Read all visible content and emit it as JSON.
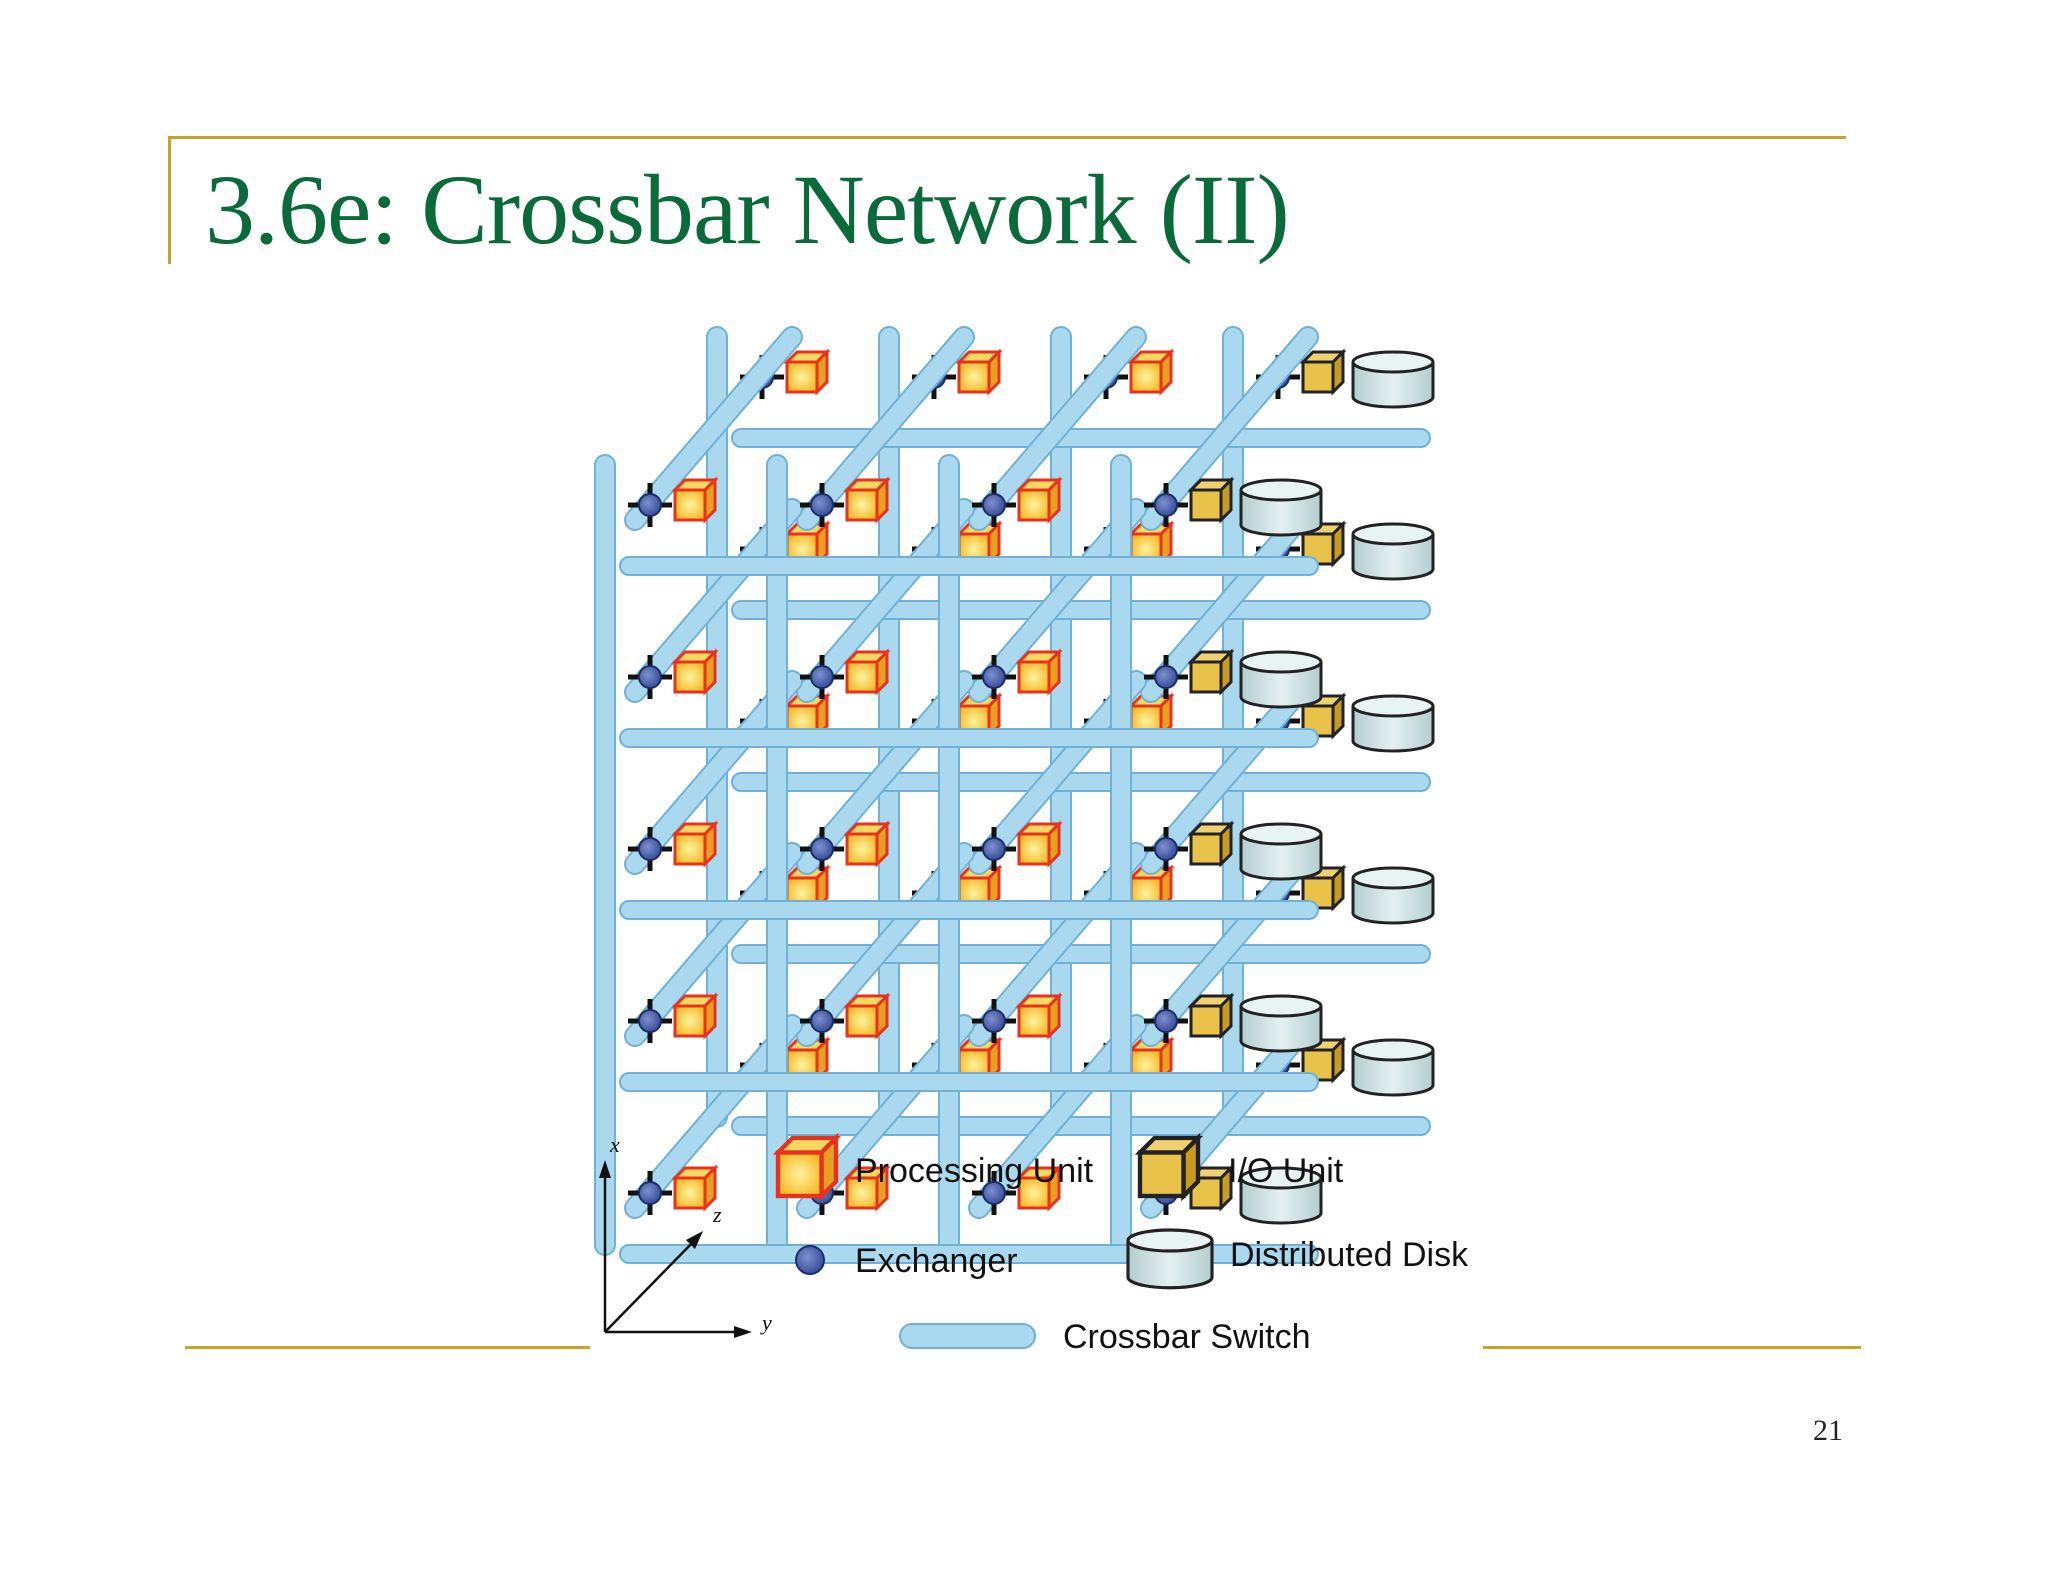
{
  "slide": {
    "title": "3.6e: Crossbar Network (II)",
    "page_number": "21"
  },
  "diagram": {
    "grid_columns": 4,
    "grid_rows": 5,
    "grid_layers": 2,
    "axes": {
      "x": "x",
      "y": "y",
      "z": "z"
    },
    "legend": [
      {
        "key": "processing_unit",
        "label": "Processing Unit",
        "icon": "processing-unit-cube"
      },
      {
        "key": "io_unit",
        "label": "I/O Unit",
        "icon": "io-unit-cube"
      },
      {
        "key": "exchanger",
        "label": "Exchanger",
        "icon": "exchanger-node"
      },
      {
        "key": "distributed_disk",
        "label": "Distributed Disk",
        "icon": "disk-cylinder"
      },
      {
        "key": "crossbar_switch",
        "label": "Crossbar Switch",
        "icon": "crossbar-bar"
      }
    ]
  },
  "colors": {
    "title": "#0a6a3a",
    "rule": "#c9a227",
    "crossbar": "#a9d8ef",
    "crossbar_stroke": "#6fb2d6",
    "processing_unit": "#f5c430",
    "processing_unit_stroke": "#e8321e",
    "io_unit": "#e6c04a",
    "exchanger": "#4a63b0",
    "disk": "#cfe3e4"
  }
}
